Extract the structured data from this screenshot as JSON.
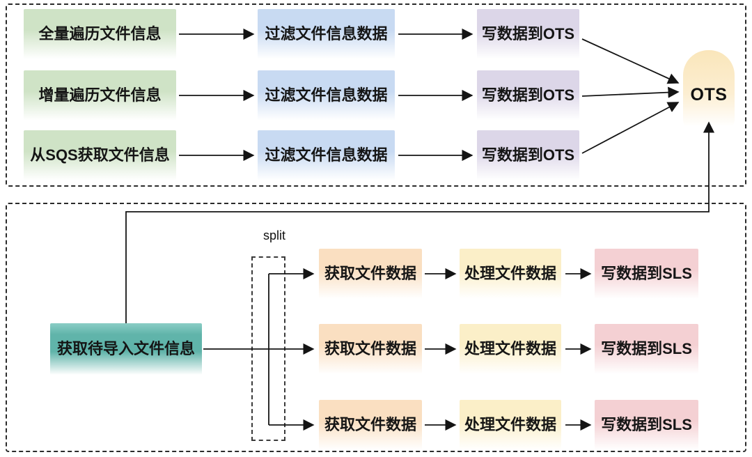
{
  "colors": {
    "green": "#cfe3c6",
    "blue": "#c8daf2",
    "purple": "#dcd6e8",
    "teal": "#60b4aa",
    "orange": "#fadfc1",
    "yellow": "#fbefc8",
    "pink": "#f4d0d3",
    "cream": "#fae6ba",
    "line": "#141414"
  },
  "ots_pipeline": {
    "rows": [
      {
        "source": "全量遍历文件信息",
        "filter": "过滤文件信息数据",
        "write": "写数据到OTS"
      },
      {
        "source": "增量遍历文件信息",
        "filter": "过滤文件信息数据",
        "write": "写数据到OTS"
      },
      {
        "source": "从SQS获取文件信息",
        "filter": "过滤文件信息数据",
        "write": "写数据到OTS"
      }
    ],
    "datastore_label": "OTS"
  },
  "sls_pipeline": {
    "entry": "获取待导入文件信息",
    "split_label": "split",
    "rows": [
      {
        "fetch": "获取文件数据",
        "process": "处理文件数据",
        "write": "写数据到SLS"
      },
      {
        "fetch": "获取文件数据",
        "process": "处理文件数据",
        "write": "写数据到SLS"
      },
      {
        "fetch": "获取文件数据",
        "process": "处理文件数据",
        "write": "写数据到SLS"
      }
    ]
  }
}
